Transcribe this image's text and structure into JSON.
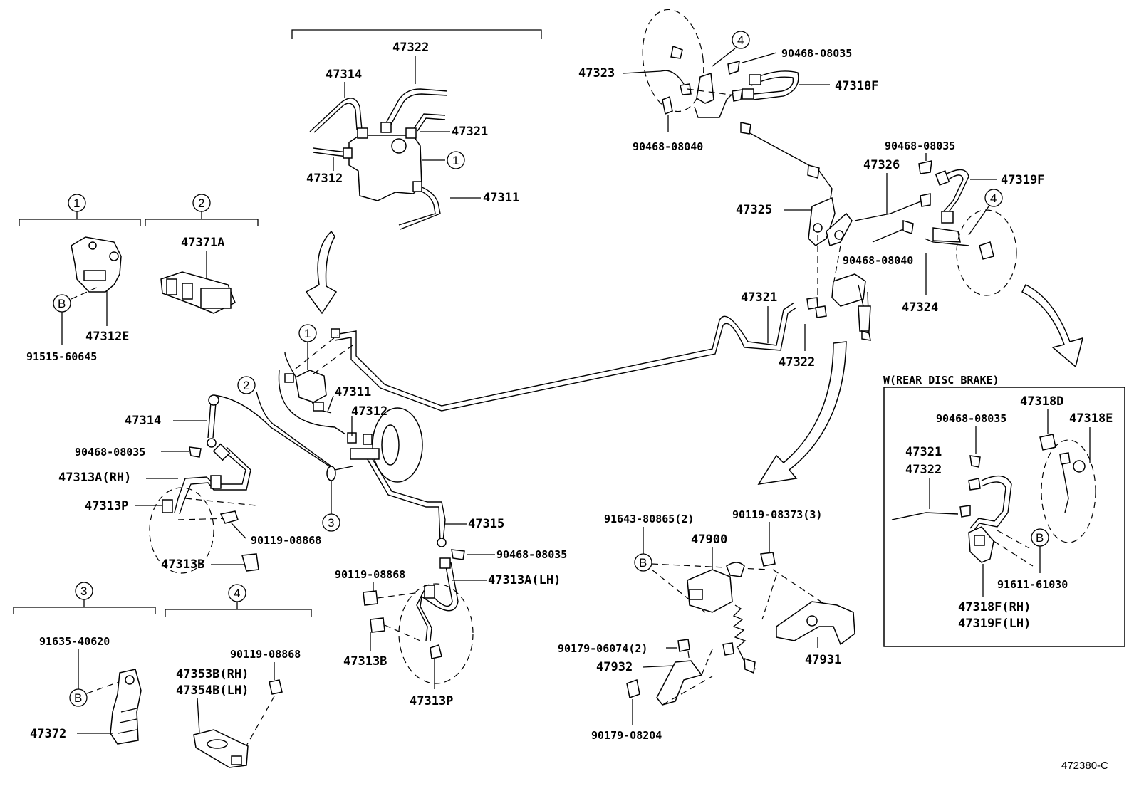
{
  "diagram_ref": "472380-C",
  "labels": {
    "a47322_top": "47322",
    "a47314_top": "47314",
    "a47321_top": "47321",
    "a47312_top": "47312",
    "a47311_top": "47311",
    "a47371A": "47371A",
    "a47312E": "47312E",
    "a91515": "91515-60645",
    "a47311_mid": "47311",
    "a47312_mid": "47312",
    "a47314_mid": "47314",
    "a90468_08035_l": "90468-08035",
    "a47313A_RH": "47313A(RH)",
    "a47313P_l": "47313P",
    "a90119_08868_l": "90119-08868",
    "a47313B_l": "47313B",
    "a47315": "47315",
    "a90468_08035_c": "90468-08035",
    "a90119_08868_c": "90119-08868",
    "a47313A_LH": "47313A(LH)",
    "a47313B_c": "47313B",
    "a47313P_c": "47313P",
    "a91635": "91635-40620",
    "a47372": "47372",
    "a90119_08868_b": "90119-08868",
    "a47353B": "47353B(RH)",
    "a47354B": "47354B(LH)",
    "a47323": "47323",
    "a90468_08035_tr": "90468-08035",
    "a47318F_tr": "47318F",
    "a90468_08040_t": "90468-08040",
    "a90468_08035_r": "90468-08035",
    "a47326": "47326",
    "a47319F": "47319F",
    "a47325": "47325",
    "a90468_08040_r": "90468-08040",
    "a47324": "47324",
    "a47321_r": "47321",
    "a47322_r": "47322",
    "a91643": "91643-80865(2)",
    "a90119_08373": "90119-08373(3)",
    "a47900": "47900",
    "a90179_06074": "90179-06074(2)",
    "a47932": "47932",
    "a47931": "47931",
    "a90179_08204": "90179-08204",
    "box_title": "W(REAR DISC BRAKE)",
    "b47318D": "47318D",
    "b90468": "90468-08035",
    "b47318E": "47318E",
    "b47321": "47321",
    "b47322": "47322",
    "b91611": "91611-61030",
    "b47318F_RH": "47318F(RH)",
    "b47319F_LH": "47319F(LH)"
  },
  "callouts": {
    "c1": "1",
    "c2": "2",
    "c3": "3",
    "c4": "4",
    "cB": "B"
  }
}
